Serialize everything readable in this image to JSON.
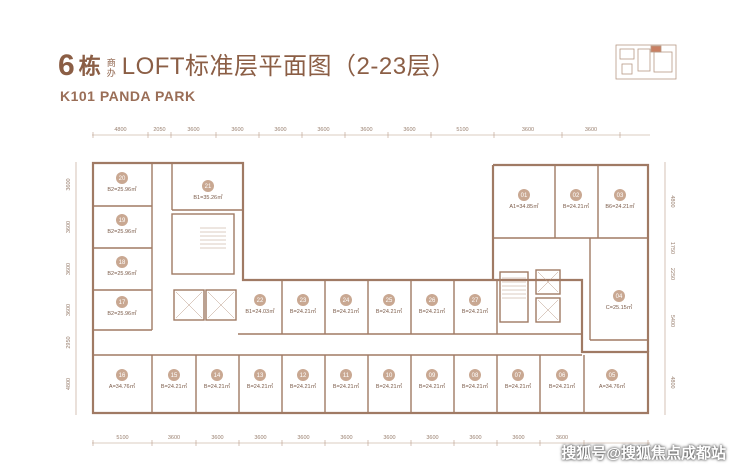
{
  "title": {
    "building": "6",
    "unit_word": "栋",
    "small_top": "商",
    "small_bottom": "办",
    "main": "LOFT标准层平面图（2-23层）"
  },
  "subtitle": "K101 PANDA PARK",
  "top_dims": [
    "4800",
    "2050",
    "3600",
    "3600",
    "3600",
    "3600",
    "3600",
    "3600",
    "5100",
    "3600",
    "3600"
  ],
  "bottom_dims": [
    "5100",
    "3600",
    "3600",
    "3600",
    "3600",
    "3600",
    "3600",
    "3600",
    "3600",
    "3600",
    "3600"
  ],
  "left_dims": [
    "3600",
    "3600",
    "3600",
    "3600",
    "2950",
    "4800"
  ],
  "right_dims": [
    "4800",
    "1750",
    "2250",
    "5400",
    "4800"
  ],
  "rooms": [
    {
      "no": "20",
      "area": "B2=25.96㎡"
    },
    {
      "no": "19",
      "area": "B2=25.96㎡"
    },
    {
      "no": "18",
      "area": "B2=25.96㎡"
    },
    {
      "no": "17",
      "area": "B2=25.96㎡"
    },
    {
      "no": "21",
      "area": "B1=35.26㎡"
    },
    {
      "no": "22",
      "area": "B1=24.03㎡"
    },
    {
      "no": "23",
      "area": "B=24.21㎡"
    },
    {
      "no": "24",
      "area": "B=24.21㎡"
    },
    {
      "no": "25",
      "area": "B=24.21㎡"
    },
    {
      "no": "26",
      "area": "B=24.21㎡"
    },
    {
      "no": "27",
      "area": "B=24.21㎡"
    },
    {
      "no": "01",
      "area": "A1=34.85㎡"
    },
    {
      "no": "02",
      "area": "B=24.21㎡"
    },
    {
      "no": "03",
      "area": "B6=24.21㎡"
    },
    {
      "no": "04",
      "area": "C=25.15㎡"
    },
    {
      "no": "16",
      "area": "A=34.76㎡"
    },
    {
      "no": "15",
      "area": "B=24.21㎡"
    },
    {
      "no": "14",
      "area": "B=24.21㎡"
    },
    {
      "no": "13",
      "area": "B=24.21㎡"
    },
    {
      "no": "12",
      "area": "B=24.21㎡"
    },
    {
      "no": "11",
      "area": "B=24.21㎡"
    },
    {
      "no": "10",
      "area": "B=24.21㎡"
    },
    {
      "no": "09",
      "area": "B=24.21㎡"
    },
    {
      "no": "08",
      "area": "B=24.21㎡"
    },
    {
      "no": "07",
      "area": "B=24.21㎡"
    },
    {
      "no": "06",
      "area": "B=24.21㎡"
    },
    {
      "no": "05",
      "area": "A=34.76㎡"
    }
  ],
  "watermark": "搜狐号@搜狐焦点成都站",
  "colors": {
    "wall": "#a07a64",
    "bubble": "#c9a892",
    "text": "#9a6e57",
    "title": "#8b5e45"
  }
}
